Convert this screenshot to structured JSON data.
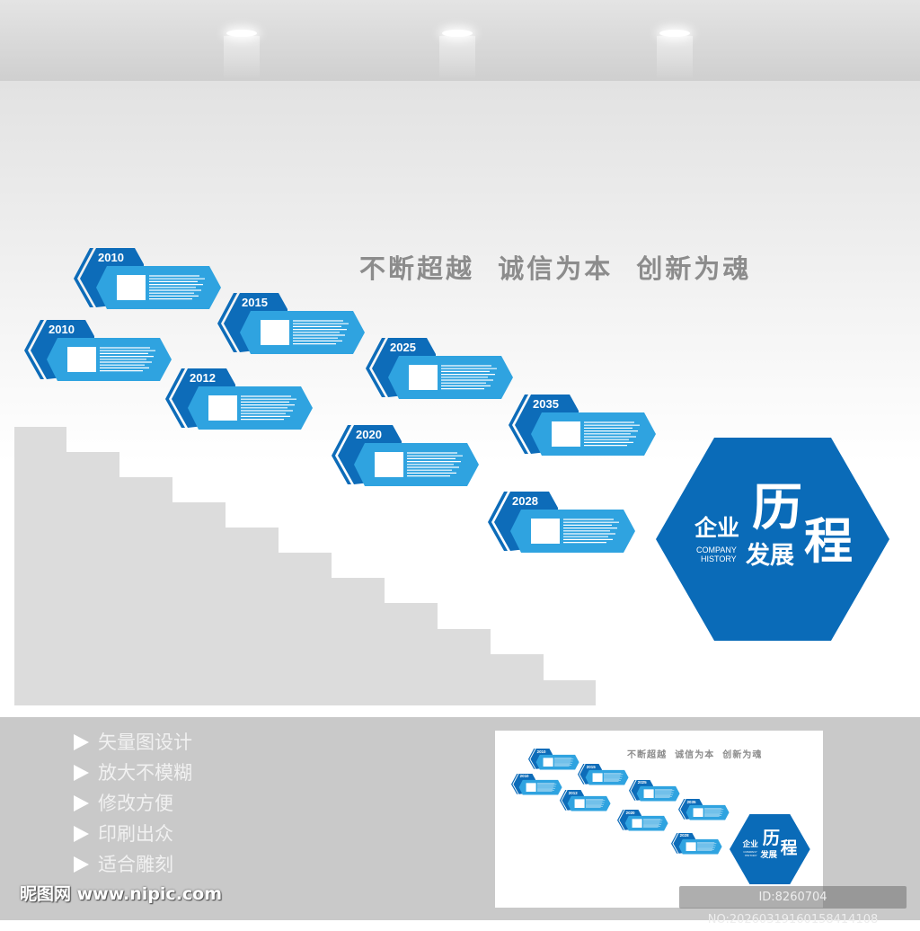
{
  "slogan": "不断超越  诚信为本  创新为魂",
  "colors": {
    "dark_blue": "#0d6cb9",
    "light_blue": "#2fa3e0",
    "hexagon": "#0a6bb8",
    "slogan": "#8c8c8c"
  },
  "cards": [
    {
      "year": "2010"
    },
    {
      "year": "2010"
    },
    {
      "year": "2015"
    },
    {
      "year": "2012"
    },
    {
      "year": "2025"
    },
    {
      "year": "2020"
    },
    {
      "year": "2035"
    },
    {
      "year": "2028"
    }
  ],
  "hexagon": {
    "line1": "企业",
    "big1": "历",
    "big2": "程",
    "english1": "COMPANY",
    "english2": "HISTORY",
    "line2": "发展"
  },
  "features": [
    "矢量图设计",
    "放大不模糊",
    "修改方便",
    "印刷出众",
    "适合雕刻"
  ],
  "watermark": "昵图网 www.nipic.com",
  "id_text": "ID:8260704 NO:20260319160158414108"
}
